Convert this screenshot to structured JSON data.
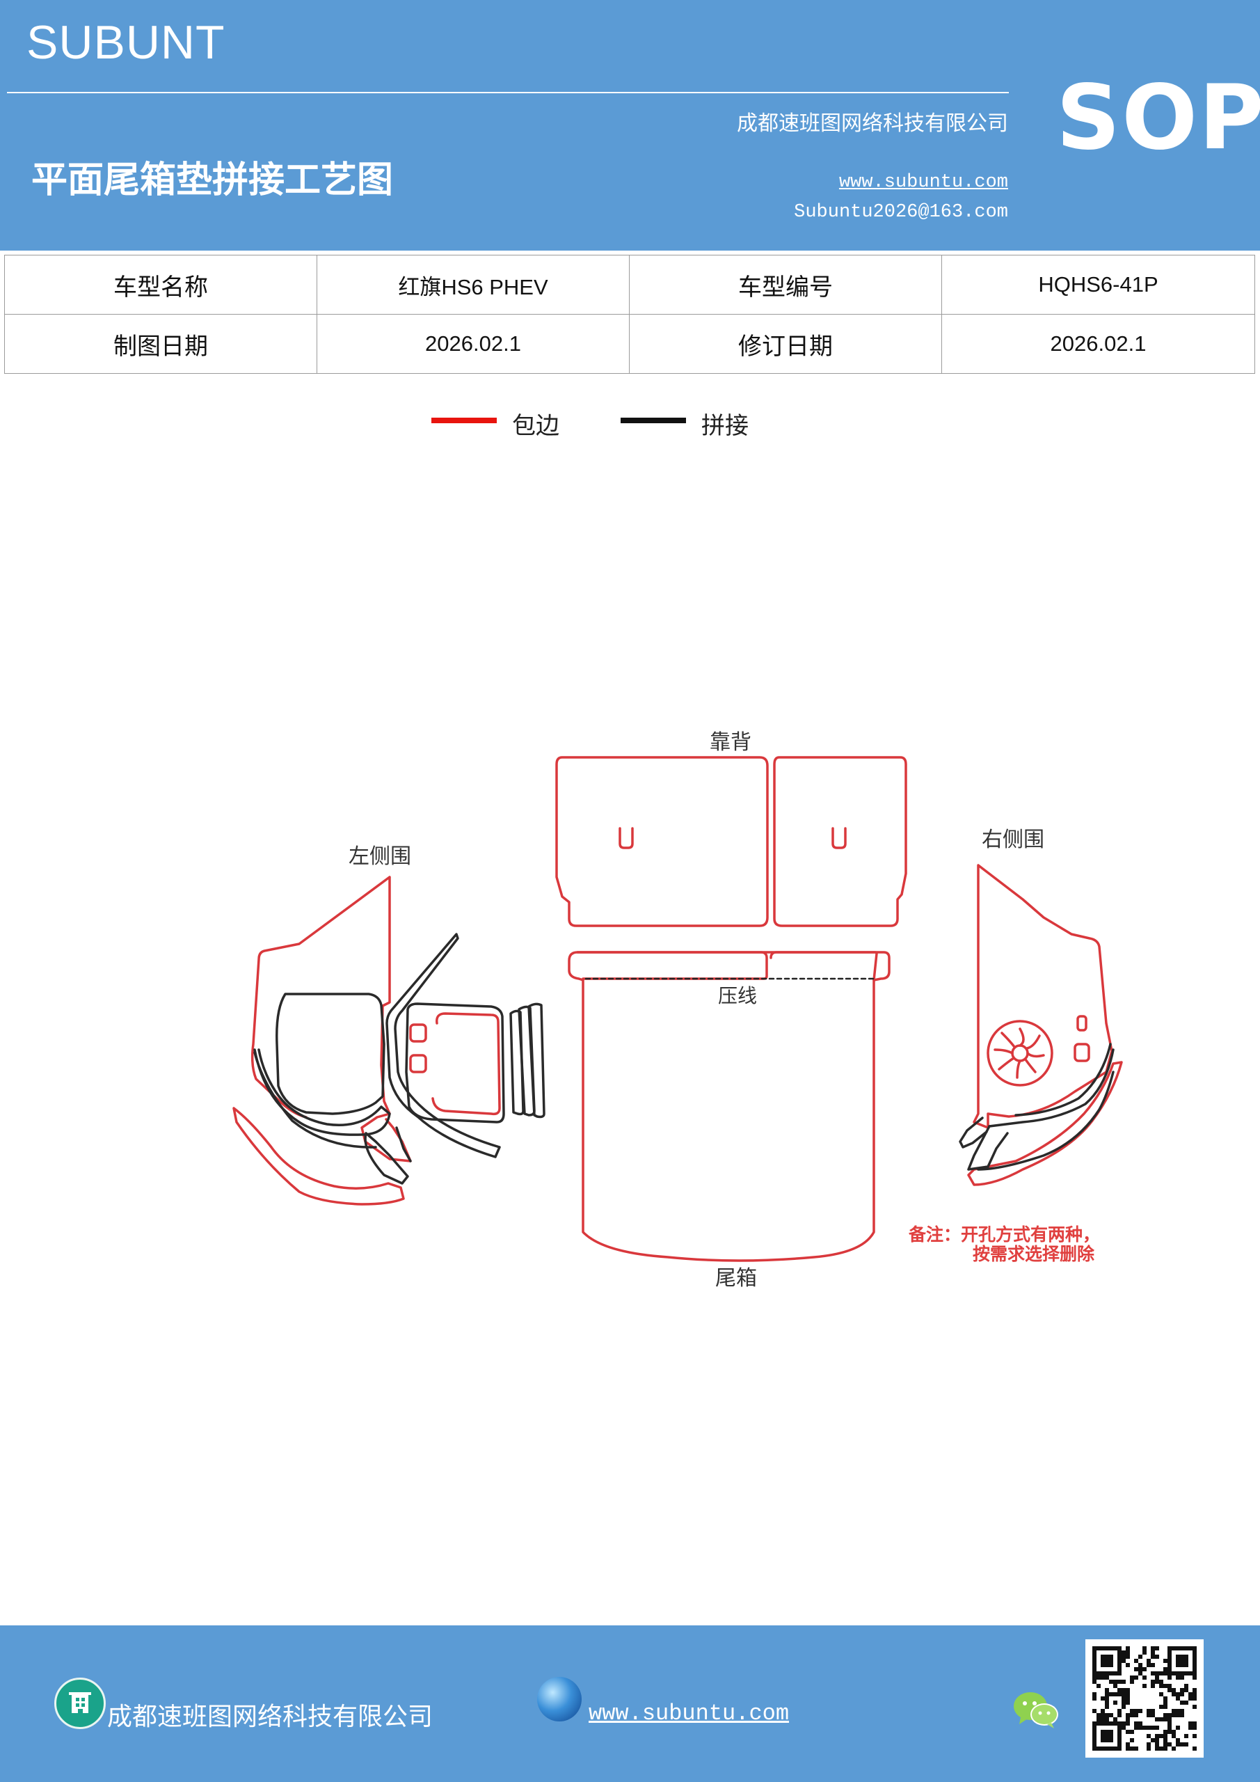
{
  "header": {
    "brand": "SUBUNT",
    "title": "平面尾箱垫拼接工艺图",
    "company": "成都速班图网络科技有限公司",
    "website": "www.subuntu.com",
    "email": "Subuntu2026@163.com",
    "badge": "SOP"
  },
  "info_table": {
    "rows": [
      {
        "label1": "车型名称",
        "value1": "红旗HS6  PHEV",
        "label2": "车型编号",
        "value2": "HQHS6-41P"
      },
      {
        "label1": "制图日期",
        "value1": "2026.02.1",
        "label2": "修订日期",
        "value2": "2026.02.1"
      }
    ]
  },
  "legend": {
    "items": [
      {
        "label": "包边",
        "color": "#e8140e"
      },
      {
        "label": "拼接",
        "color": "#111111"
      }
    ]
  },
  "diagram": {
    "labels": {
      "backrest": "靠背",
      "left_side": "左侧围",
      "right_side": "右侧围",
      "crease": "压线",
      "trunk": "尾箱"
    },
    "note_line1": "备注：开孔方式有两种，",
    "note_line2": "按需求选择删除",
    "colors": {
      "edge": "#d9383c",
      "seam": "#2a2a2a",
      "note": "#e0403f"
    }
  },
  "footer": {
    "company": "成都速班图网络科技有限公司",
    "website": "www.subuntu.com",
    "icons": [
      "building-icon",
      "globe-icon",
      "wechat-icon",
      "qr-code"
    ]
  },
  "colors": {
    "header_bg": "#5b9bd5",
    "table_border": "#9b9b9b"
  }
}
